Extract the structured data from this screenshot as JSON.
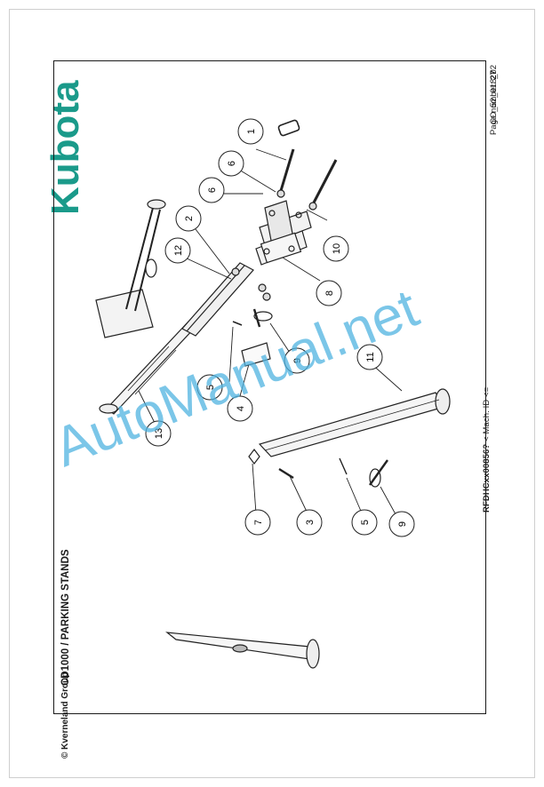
{
  "brand": {
    "name": "Kubota",
    "color": "#1a9a8a"
  },
  "document": {
    "title": "CD1000 / PARKING STANDS",
    "copyright": "© Kverneland Group",
    "ref_code": "CO_52_018_02",
    "page_label": "Page number:",
    "page_number": "27",
    "mach_id_code": "RFDHCxx00856?",
    "mach_id_suffix": " < Mach. ID <="
  },
  "callouts": [
    "1",
    "2",
    "3",
    "4",
    "5",
    "5",
    "6",
    "6",
    "7",
    "8",
    "9",
    "9",
    "10",
    "11",
    "12",
    "13"
  ],
  "watermark": {
    "text": "AutoManual.net",
    "color": "#4fb3e0"
  }
}
